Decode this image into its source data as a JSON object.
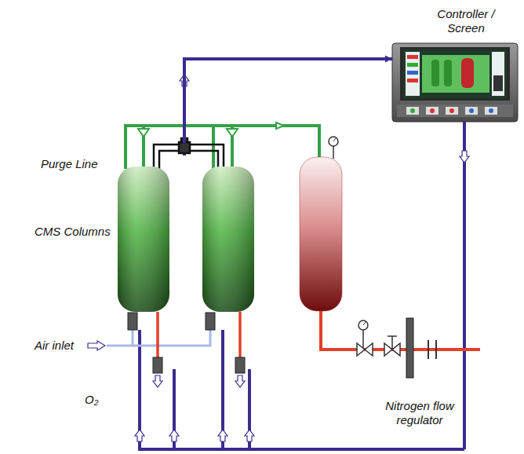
{
  "diagram": {
    "nodes": [
      {
        "text": [
          "Controller / Screen"
        ]
      },
      {
        "text": [
          "CMS Columns"
        ]
      },
      {
        "text": [
          "Nitrogen flow regulator"
        ]
      }
    ],
    "edges": [
      {
        "from": 1,
        "to": 0,
        "arrow": "to"
      }
    ],
    "labels": [
      "Purge Line",
      "Air inlet",
      "O₂"
    ]
  }
}
